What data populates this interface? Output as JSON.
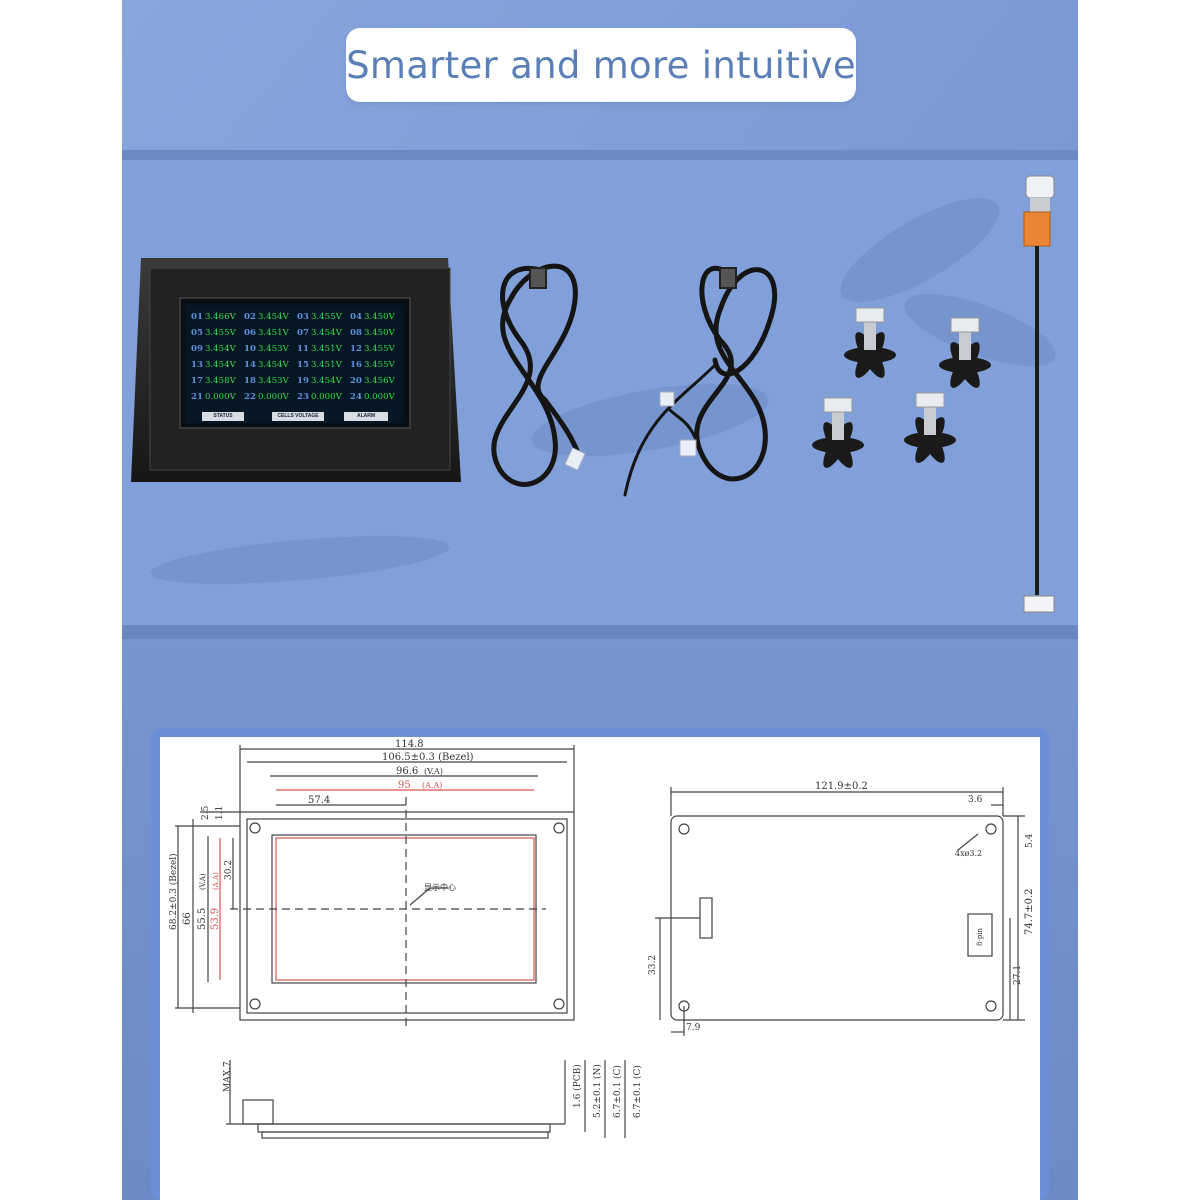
{
  "headline": "Smarter and more intuitive",
  "colors": {
    "background_blue": "#7f9ed8",
    "pill_text": "#5a7fb6",
    "lcd_value": "#34dc4c",
    "lcd_index": "#5f8fd8",
    "drawing_red": "#d9534f"
  },
  "display": {
    "cells": [
      {
        "n": "01",
        "v": "3.466V"
      },
      {
        "n": "02",
        "v": "3.454V"
      },
      {
        "n": "03",
        "v": "3.455V"
      },
      {
        "n": "04",
        "v": "3.450V"
      },
      {
        "n": "05",
        "v": "3.455V"
      },
      {
        "n": "06",
        "v": "3.451V"
      },
      {
        "n": "07",
        "v": "3.454V"
      },
      {
        "n": "08",
        "v": "3.450V"
      },
      {
        "n": "09",
        "v": "3.454V"
      },
      {
        "n": "10",
        "v": "3.453V"
      },
      {
        "n": "11",
        "v": "3.451V"
      },
      {
        "n": "12",
        "v": "3.455V"
      },
      {
        "n": "13",
        "v": "3.454V"
      },
      {
        "n": "14",
        "v": "3.454V"
      },
      {
        "n": "15",
        "v": "3.451V"
      },
      {
        "n": "16",
        "v": "3.455V"
      },
      {
        "n": "17",
        "v": "3.458V"
      },
      {
        "n": "18",
        "v": "3.453V"
      },
      {
        "n": "19",
        "v": "3.454V"
      },
      {
        "n": "20",
        "v": "3.456V"
      },
      {
        "n": "21",
        "v": "0.000V"
      },
      {
        "n": "22",
        "v": "0.000V"
      },
      {
        "n": "23",
        "v": "0.000V"
      },
      {
        "n": "24",
        "v": "0.000V"
      }
    ],
    "tabs": {
      "status": "STATUS",
      "cells_voltage": "CELLS VOLTAGE",
      "alarm": "ALARM"
    }
  },
  "drawing": {
    "front": {
      "width_total": "114.8",
      "width_bezel": "106.5±0.3 (Bezel)",
      "width_va": "96.6",
      "width_va_tag": "(V.A)",
      "width_aa": "95",
      "width_aa_tag": "(A.A)",
      "offset_center": "57.4",
      "top_2_5": "2.5",
      "top_1_1": "1.1",
      "height_bezel": "68.2±0.3 (Bezel)",
      "height_66": "66",
      "height_va": "55.5",
      "height_va_tag": "(V.A)",
      "height_aa": "53.9",
      "height_aa_tag": "(A.A)",
      "offset_30_2": "30.2",
      "center_note": "显示中心"
    },
    "back": {
      "width": "121.9±0.2",
      "hole_off": "3.6",
      "hole_note": "4xø3.2",
      "right_5_4": "5.4",
      "height": "74.7±0.2",
      "right_27_1": "27.1",
      "left_33_2": "33.2",
      "bottom_7_9": "7.9",
      "conn_label": "8-pin"
    },
    "side": {
      "max": "MAX.7",
      "d1": "1.6 (PCB)",
      "d2": "5.2±0.1 (N)",
      "d3": "6.7±0.1 (C)",
      "d4": "6.7±0.1 (C)"
    }
  }
}
